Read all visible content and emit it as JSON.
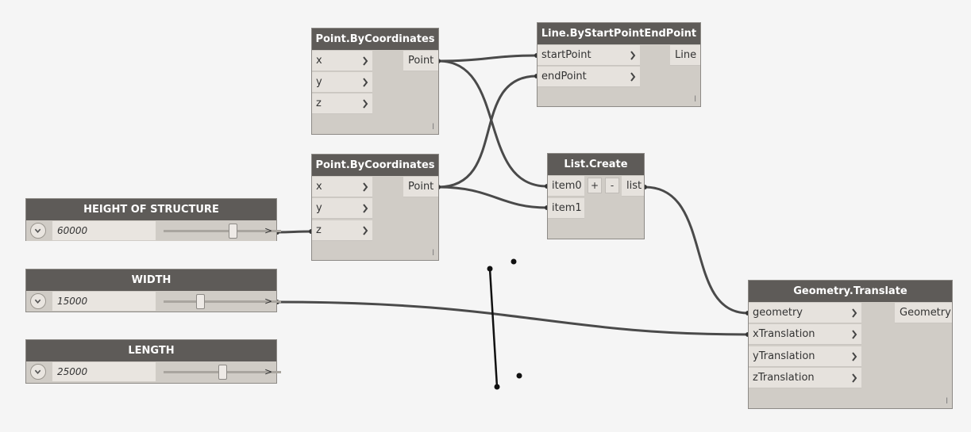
{
  "nodes": {
    "point1": {
      "title": "Point.ByCoordinates",
      "inputs": [
        "x",
        "y",
        "z"
      ],
      "output": "Point",
      "lacing": "l"
    },
    "point2": {
      "title": "Point.ByCoordinates",
      "inputs": [
        "x",
        "y",
        "z"
      ],
      "output": "Point",
      "lacing": "l"
    },
    "line": {
      "title": "Line.ByStartPointEndPoint",
      "inputs": [
        "startPoint",
        "endPoint"
      ],
      "output": "Line",
      "lacing": "l"
    },
    "list_create": {
      "title": "List.Create",
      "inputs": [
        "item0",
        "item1"
      ],
      "add_label": "+",
      "remove_label": "-",
      "output": "list"
    },
    "translate": {
      "title": "Geometry.Translate",
      "inputs": [
        "geometry",
        "xTranslation",
        "yTranslation",
        "zTranslation"
      ],
      "output": "Geometry",
      "lacing": "l"
    }
  },
  "sliders": {
    "height": {
      "title": "HEIGHT OF STRUCTURE",
      "value": "60000",
      "position": 0.6,
      "output_label": ">"
    },
    "width": {
      "title": "WIDTH",
      "value": "15000",
      "position": 0.3,
      "output_label": ">"
    },
    "length": {
      "title": "LENGTH",
      "value": "25000",
      "position": 0.5,
      "output_label": ">"
    }
  },
  "colors": {
    "canvas": "#f5f5f5",
    "node_header": "#5e5b58",
    "node_body": "#d0ccc6",
    "port": "#e6e2dd",
    "wire": "#4a4a4a"
  },
  "preview_geometry": "line-segment-and-points"
}
